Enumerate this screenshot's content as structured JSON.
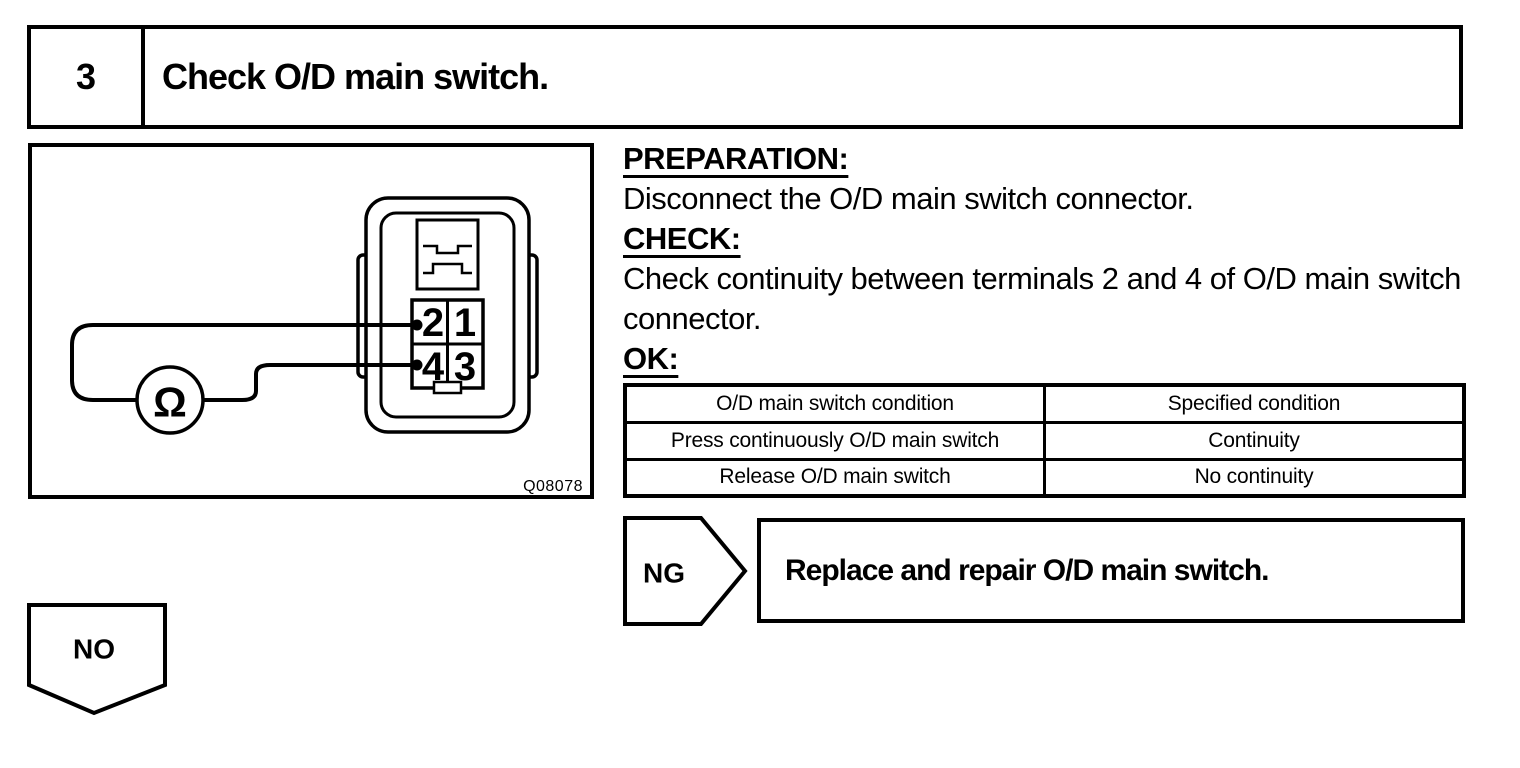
{
  "step": {
    "number": "3",
    "title": "Check O/D main switch."
  },
  "figure": {
    "code": "Q08078",
    "meter_symbol": "Ω",
    "terminals": {
      "top_left": "2",
      "top_right": "1",
      "bottom_left": "4",
      "bottom_right": "3"
    }
  },
  "instructions": {
    "preparation_label": "PREPARATION:",
    "preparation_text": "Disconnect the O/D main switch connector.",
    "check_label": "CHECK:",
    "check_text": "Check continuity between terminals 2 and 4 of O/D main switch connector.",
    "ok_label": "OK:"
  },
  "table": {
    "headers": [
      "O/D main switch condition",
      "Specified condition"
    ],
    "rows": [
      [
        "Press continuously O/D main switch",
        "Continuity"
      ],
      [
        "Release O/D main switch",
        "No continuity"
      ]
    ]
  },
  "ng": {
    "label": "NG",
    "action": "Replace and repair O/D main switch."
  },
  "no": {
    "label": "NO"
  }
}
